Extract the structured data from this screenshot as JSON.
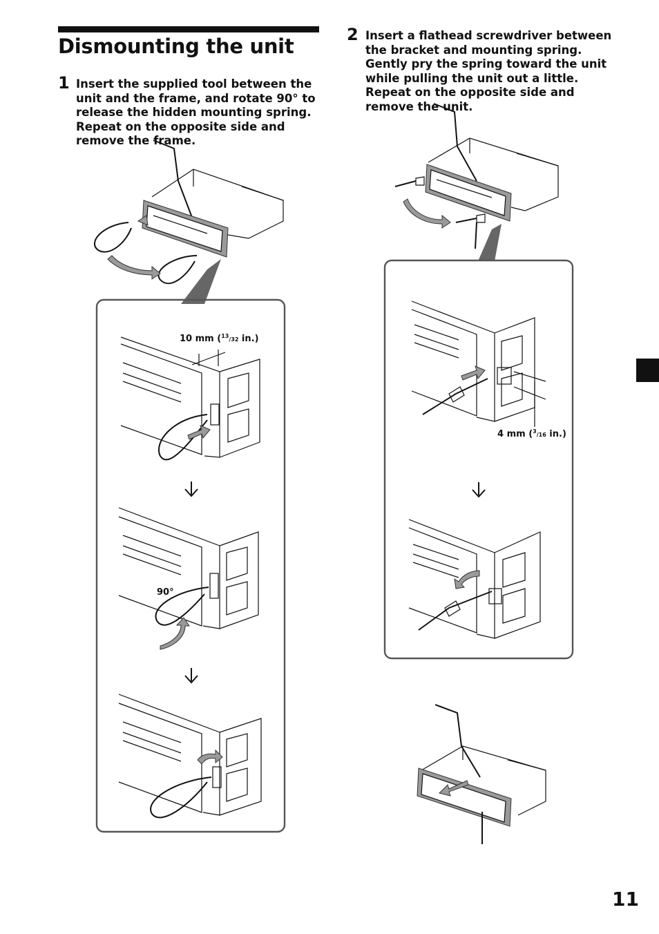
{
  "page": {
    "title": "Dismounting the unit",
    "page_number": "11"
  },
  "steps": [
    {
      "number": "1",
      "text": "Insert the supplied tool between the unit and the frame, and rotate 90° to release the hidden mounting spring. Repeat on the opposite side and remove the frame."
    },
    {
      "number": "2",
      "text": "Insert a flathead screwdriver between the bracket and mounting spring. Gently pry the spring toward the unit while pulling the unit out a little. Repeat on the opposite side and remove the unit."
    }
  ],
  "labels": {
    "dim_10mm_prefix": "10 mm (",
    "dim_10mm_num": "13",
    "dim_10mm_den": "/32",
    "dim_10mm_suffix": " in.)",
    "angle": "90°",
    "dim_4mm_prefix": "4 mm (",
    "dim_4mm_num": "3",
    "dim_4mm_den": "/16",
    "dim_4mm_suffix": " in.)"
  }
}
